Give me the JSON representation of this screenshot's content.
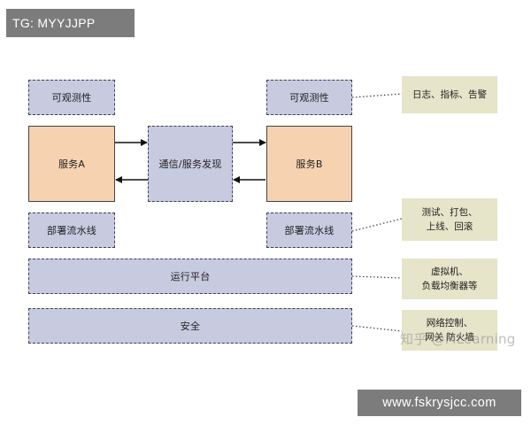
{
  "watermarks": {
    "top_left": "TG: MYYJJPP",
    "bottom_right": "www.fskrysjcc.com",
    "overlay": "知乎 @MLearning"
  },
  "service_a": {
    "observability": "可观测性",
    "service": "服务A",
    "pipeline": "部署流水线"
  },
  "service_b": {
    "observability": "可观测性",
    "service": "服务B",
    "pipeline": "部署流水线"
  },
  "middle": {
    "discovery": "通信/服务发现"
  },
  "platform": {
    "runtime": "运行平台",
    "security": "安全"
  },
  "notes": {
    "observability": "日志、指标、告警",
    "pipeline_line1": "测试、打包、",
    "pipeline_line2": "上线、回滚",
    "runtime_line1": "虚拟机、",
    "runtime_line2": "负载均衡器等",
    "security_line1": "网络控制、",
    "security_line2": "网关 防火墙"
  },
  "colors": {
    "purple_fill": "#c8cae0",
    "orange_fill": "#f6d2b0",
    "note_fill": "#e6e4c9",
    "watermark_bg": "#7c7c7c"
  }
}
